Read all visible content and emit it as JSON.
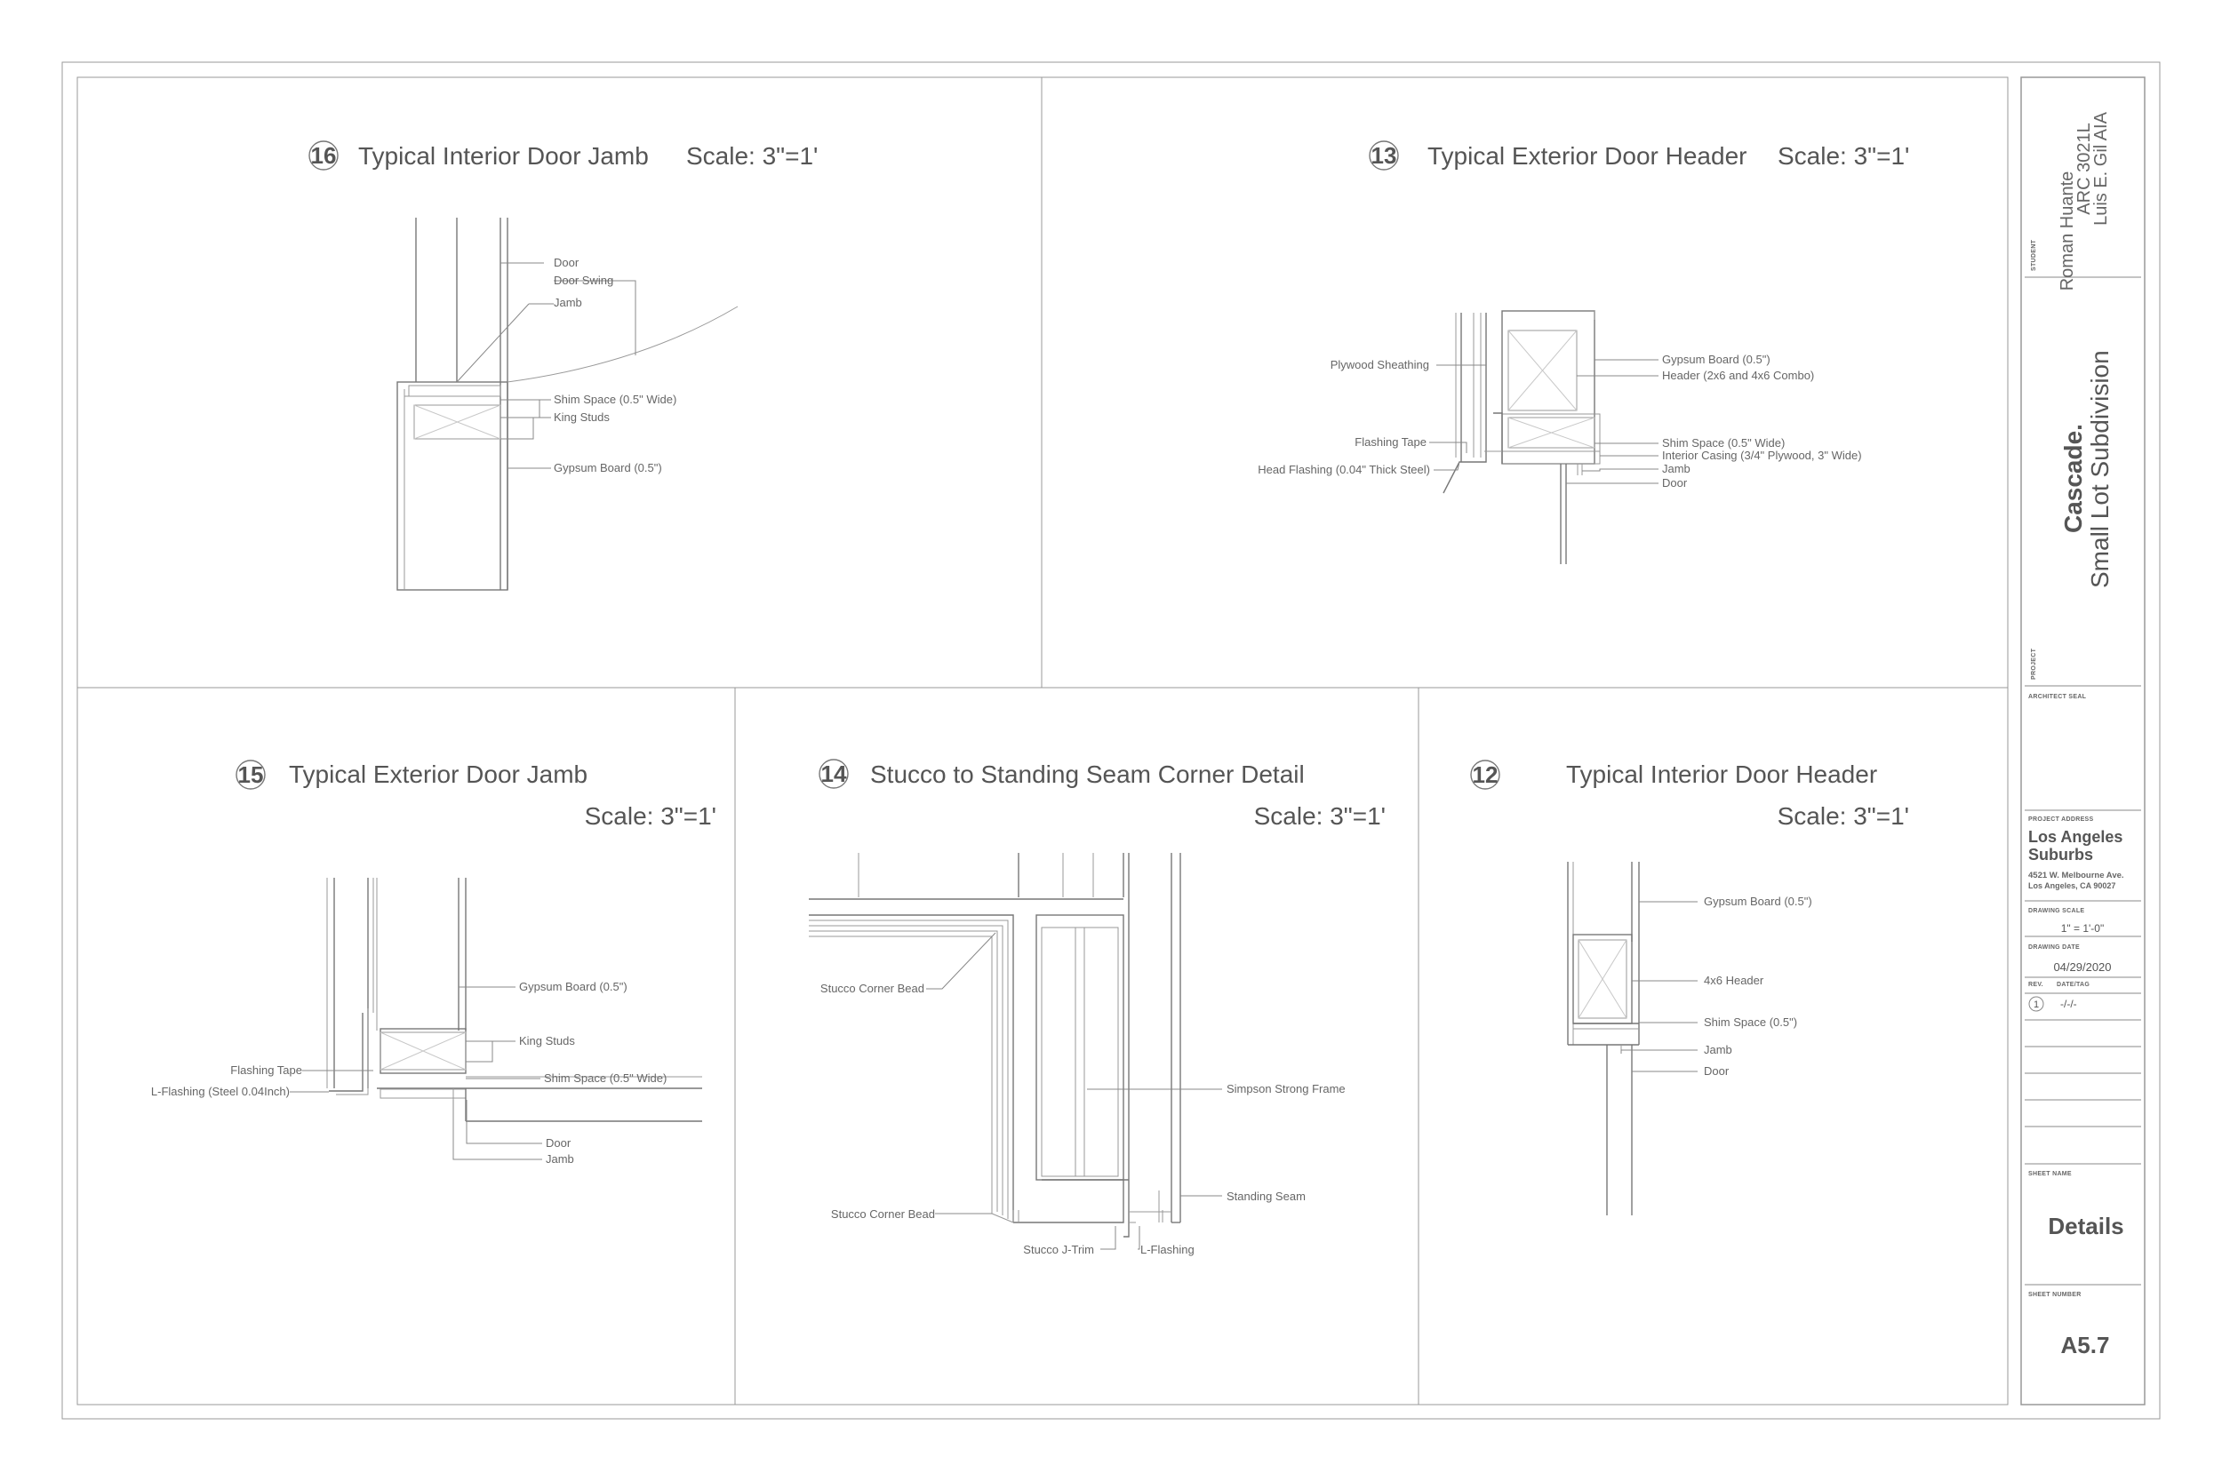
{
  "details": {
    "d16": {
      "number": "16",
      "title": "Typical Interior Door Jamb",
      "scale": "Scale: 3\"=1'",
      "labels": [
        "Door",
        "Door Swing",
        "Jamb",
        "Shim Space (0.5\" Wide)",
        "King Studs",
        "Gypsum Board (0.5\")"
      ]
    },
    "d13": {
      "number": "13",
      "title": "Typical Exterior Door Header",
      "scale": "Scale: 3\"=1'",
      "labels_left": [
        "Plywood Sheathing",
        "Flashing Tape",
        "Head Flashing (0.04\" Thick Steel)"
      ],
      "labels_right": [
        "Gypsum Board (0.5\")",
        "Header (2x6 and 4x6 Combo)",
        "Shim Space (0.5\" Wide)",
        "Interior Casing (3/4\" Plywood, 3\" Wide)",
        "Jamb",
        "Door"
      ]
    },
    "d15": {
      "number": "15",
      "title": "Typical Exterior Door Jamb",
      "scale": "Scale: 3\"=1'",
      "labels_left": [
        "Flashing Tape",
        "L-Flashing (Steel 0.04Inch)"
      ],
      "labels_right": [
        "Gypsum Board (0.5\")",
        "King Studs",
        "Shim Space (0.5\" Wide)",
        "Door",
        "Jamb"
      ]
    },
    "d14": {
      "number": "14",
      "title": "Stucco to Standing Seam Corner Detail",
      "scale": "Scale: 3\"=1'",
      "labels": [
        "Stucco Corner Bead",
        "Simpson Strong Frame",
        "Standing Seam",
        "Stucco Corner Bead",
        "Stucco J-Trim",
        "L-Flashing"
      ]
    },
    "d12": {
      "number": "12",
      "title": "Typical Interior Door Header",
      "scale": "Scale: 3\"=1'",
      "labels": [
        "Gypsum Board (0.5\")",
        "4x6 Header",
        "Shim Space (0.5\")",
        "Jamb",
        "Door"
      ]
    }
  },
  "title_block": {
    "student_label": "STUDENT",
    "student_lines": [
      "Roman Huante",
      "ARC 3021L",
      "Luis E. Gil AIA"
    ],
    "project_label": "PROJECT",
    "project_name": "Cascade.",
    "project_sub": "Small Lot Subdivision",
    "seal_label": "ARCHITECT SEAL",
    "address_label": "PROJECT ADDRESS",
    "address_title_1": "Los Angeles",
    "address_title_2": "Suburbs",
    "address_line_1": "4521 W. Melbourne Ave.",
    "address_line_2": "Los Angeles, CA 90027",
    "drawing_scale_label": "DRAWING SCALE",
    "drawing_scale": "1\" = 1'-0\"",
    "drawing_date_label": "DRAWING DATE",
    "drawing_date": "04/29/2020",
    "rev_label": "REV.",
    "date_tag_label": "DATE/TAG",
    "rev_number": "1",
    "rev_date": "-/-/-",
    "sheet_name_label": "SHEET NAME",
    "sheet_name": "Details",
    "sheet_number_label": "SHEET NUMBER",
    "sheet_number": "A5.7"
  }
}
